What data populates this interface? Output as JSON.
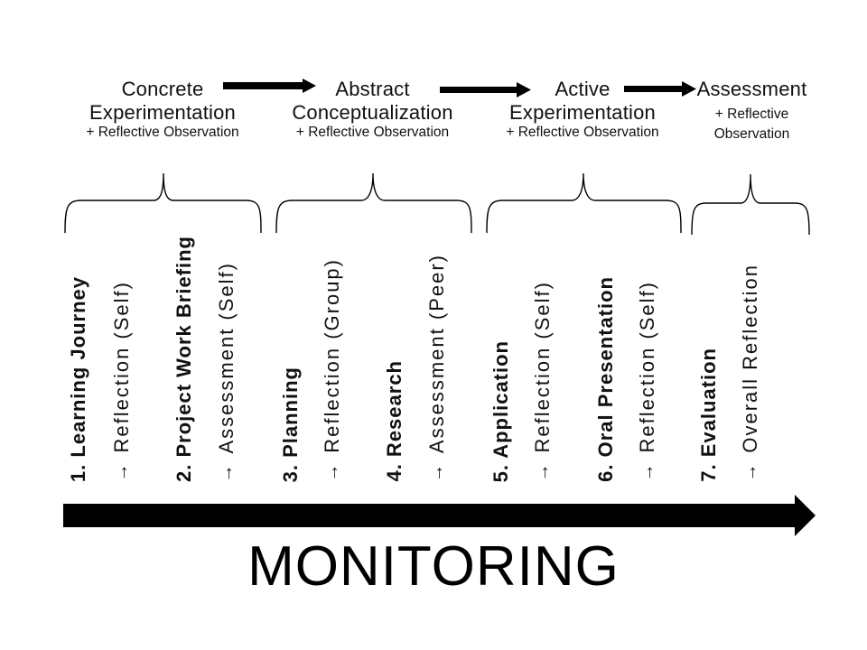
{
  "phases": [
    {
      "title_line1": "Concrete",
      "title_line2": "Experimentation",
      "sub": "+ Reflective Observation"
    },
    {
      "title_line1": "Abstract",
      "title_line2": "Conceptualization",
      "sub": "+ Reflective Observation"
    },
    {
      "title_line1": "Active",
      "title_line2": "Experimentation",
      "sub": "+ Reflective Observation"
    },
    {
      "title_line1": "Assessment",
      "sub_line1": "+ Reflective",
      "sub_line2": "Observation"
    }
  ],
  "steps": [
    {
      "label": "1. Learning Journey",
      "note_arrow": "→",
      "note": "Reflection (Self)"
    },
    {
      "label": "2. Project Work Briefing",
      "note_arrow": "→",
      "note": "Assessment (Self)"
    },
    {
      "label": "3. Planning",
      "note_arrow": "→",
      "note": "Reflection (Group)"
    },
    {
      "label": "4. Research",
      "note_arrow": "→",
      "note": "Assessment (Peer)"
    },
    {
      "label": "5. Application",
      "note_arrow": "→",
      "note": "Reflection (Self)"
    },
    {
      "label": "6. Oral Presentation",
      "note_arrow": "→",
      "note": "Reflection (Self)"
    },
    {
      "label": "7. Evaluation",
      "note_arrow": "→",
      "note": "Overall Reflection"
    }
  ],
  "bottom": {
    "label": "MONITORING"
  },
  "colors": {
    "ink": "#000000",
    "background": "#ffffff"
  }
}
